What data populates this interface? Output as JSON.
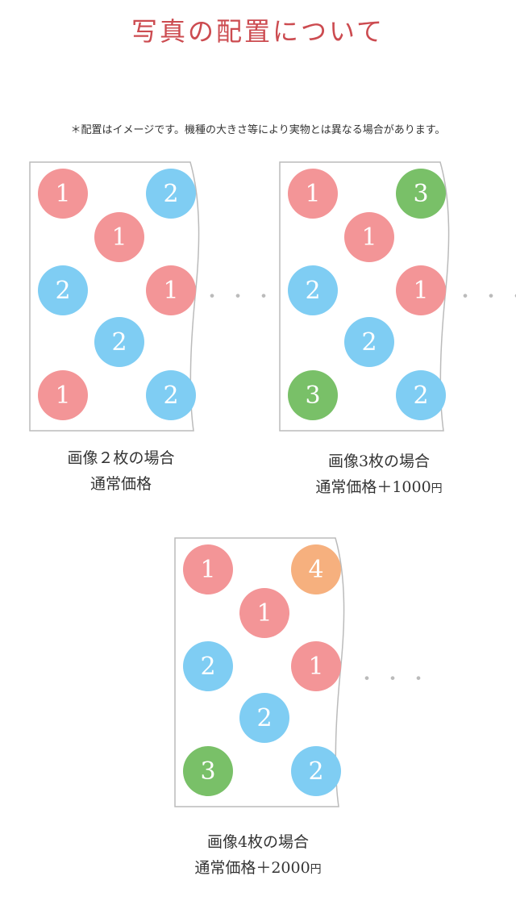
{
  "title": "写真の配置について",
  "note": "＊配置はイメージです。機種の大きさ等により実物とは異なる場合があります。",
  "colors": {
    "title": "#cc4b50",
    "pink": "#f39597",
    "blue": "#7fcdf3",
    "green": "#79c068",
    "orange": "#f6b07e",
    "frame": "#bbbbbb",
    "dots": "#bbbbbb"
  },
  "ellipsis": "・・・",
  "panels": [
    {
      "id": "two",
      "caption_line1": "画像２枚の場合",
      "caption_line2": "通常価格",
      "caption_yen": "",
      "circles": [
        {
          "label": "1",
          "color": "pink"
        },
        {
          "label": "2",
          "color": "blue"
        },
        {
          "label": "1",
          "color": "pink"
        },
        {
          "label": "2",
          "color": "blue"
        },
        {
          "label": "1",
          "color": "pink"
        },
        {
          "label": "2",
          "color": "blue"
        },
        {
          "label": "1",
          "color": "pink"
        },
        {
          "label": "2",
          "color": "blue"
        }
      ]
    },
    {
      "id": "three",
      "caption_line1": "画像3枚の場合",
      "caption_line2": "通常価格＋1000",
      "caption_yen": "円",
      "circles": [
        {
          "label": "1",
          "color": "pink"
        },
        {
          "label": "3",
          "color": "green"
        },
        {
          "label": "1",
          "color": "pink"
        },
        {
          "label": "2",
          "color": "blue"
        },
        {
          "label": "1",
          "color": "pink"
        },
        {
          "label": "2",
          "color": "blue"
        },
        {
          "label": "3",
          "color": "green"
        },
        {
          "label": "2",
          "color": "blue"
        }
      ]
    },
    {
      "id": "four",
      "caption_line1": "画像4枚の場合",
      "caption_line2": "通常価格＋2000",
      "caption_yen": "円",
      "circles": [
        {
          "label": "1",
          "color": "pink"
        },
        {
          "label": "4",
          "color": "orange"
        },
        {
          "label": "1",
          "color": "pink"
        },
        {
          "label": "2",
          "color": "blue"
        },
        {
          "label": "1",
          "color": "pink"
        },
        {
          "label": "2",
          "color": "blue"
        },
        {
          "label": "3",
          "color": "green"
        },
        {
          "label": "2",
          "color": "blue"
        }
      ]
    }
  ]
}
